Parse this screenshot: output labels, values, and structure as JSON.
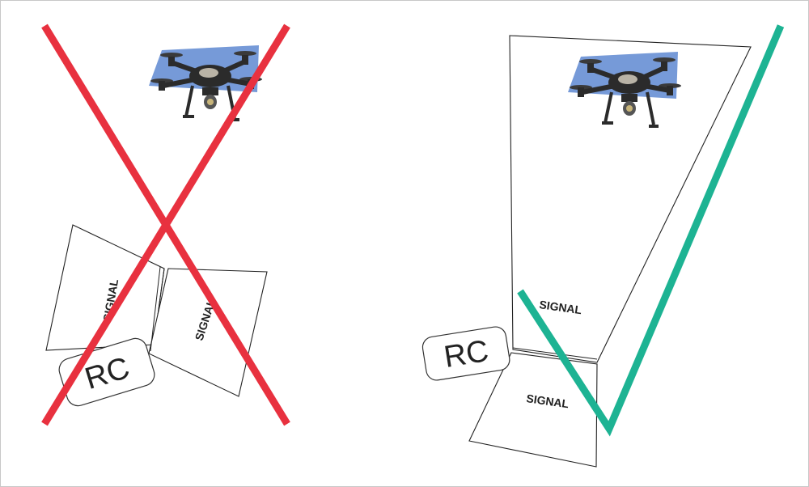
{
  "colors": {
    "cross": "#e8313f",
    "check": "#1db393",
    "plate": "#6f95d6",
    "drone_body": "#2b2b2b",
    "drone_light": "#b9b3a6"
  },
  "left_panel": {
    "signal_label_1": "SIGNAL",
    "signal_label_2": "SIGNAL",
    "rc_label": "RC",
    "mark_icon": "cross-icon"
  },
  "right_panel": {
    "signal_label_top": "SIGNAL",
    "signal_label_bottom": "SIGNAL",
    "rc_label": "RC",
    "mark_icon": "checkmark-icon"
  }
}
